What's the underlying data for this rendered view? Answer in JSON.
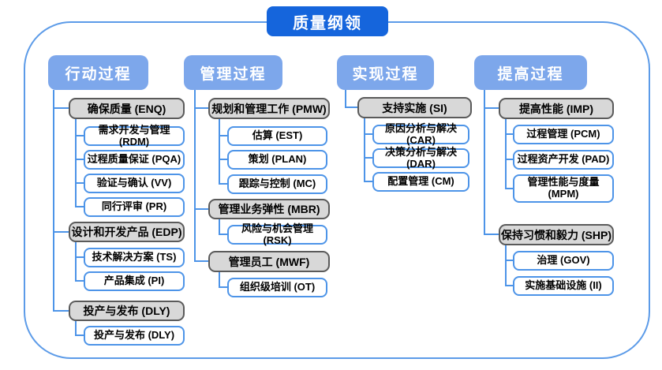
{
  "title": "质量纲领",
  "colors": {
    "title_bg": "#1565dc",
    "header_bg": "#7da7eb",
    "group_fill": "#d8d8d8",
    "group_border": "#5a5a5a",
    "leaf_border": "#4d94e8",
    "connector": "#4d94e8",
    "outer_border": "#5c9be8"
  },
  "columns": [
    {
      "header": "行动过程",
      "groups": [
        {
          "label": "确保质量 (ENQ)",
          "children": [
            "需求开发与管理 (RDM)",
            "过程质量保证 (PQA)",
            "验证与确认 (VV)",
            "同行评审 (PR)"
          ]
        },
        {
          "label": "设计和开发产品 (EDP)",
          "children": [
            "技术解决方案 (TS)",
            "产品集成 (PI)"
          ]
        },
        {
          "label": "投产与发布 (DLY)",
          "children": [
            "投产与发布 (DLY)"
          ]
        }
      ]
    },
    {
      "header": "管理过程",
      "groups": [
        {
          "label": "规划和管理工作 (PMW)",
          "children": [
            "估算 (EST)",
            "策划 (PLAN)",
            "跟踪与控制 (MC)"
          ]
        },
        {
          "label": "管理业务弹性 (MBR)",
          "children": [
            "风险与机会管理 (RSK)"
          ]
        },
        {
          "label": "管理员工 (MWF)",
          "children": [
            "组织级培训 (OT)"
          ]
        }
      ]
    },
    {
      "header": "实现过程",
      "groups": [
        {
          "label": "支持实施 (SI)",
          "children": [
            "原因分析与解决 (CAR)",
            "决策分析与解决 (DAR)",
            "配置管理 (CM)"
          ]
        }
      ]
    },
    {
      "header": "提高过程",
      "groups": [
        {
          "label": "提高性能 (IMP)",
          "children": [
            "过程管理 (PCM)",
            "过程资产开发 (PAD)",
            "管理性能与度量\n(MPM)"
          ]
        },
        {
          "label": "保持习惯和毅力 (SHP)",
          "children": [
            "治理 (GOV)",
            "实施基础设施 (II)"
          ]
        }
      ]
    }
  ]
}
